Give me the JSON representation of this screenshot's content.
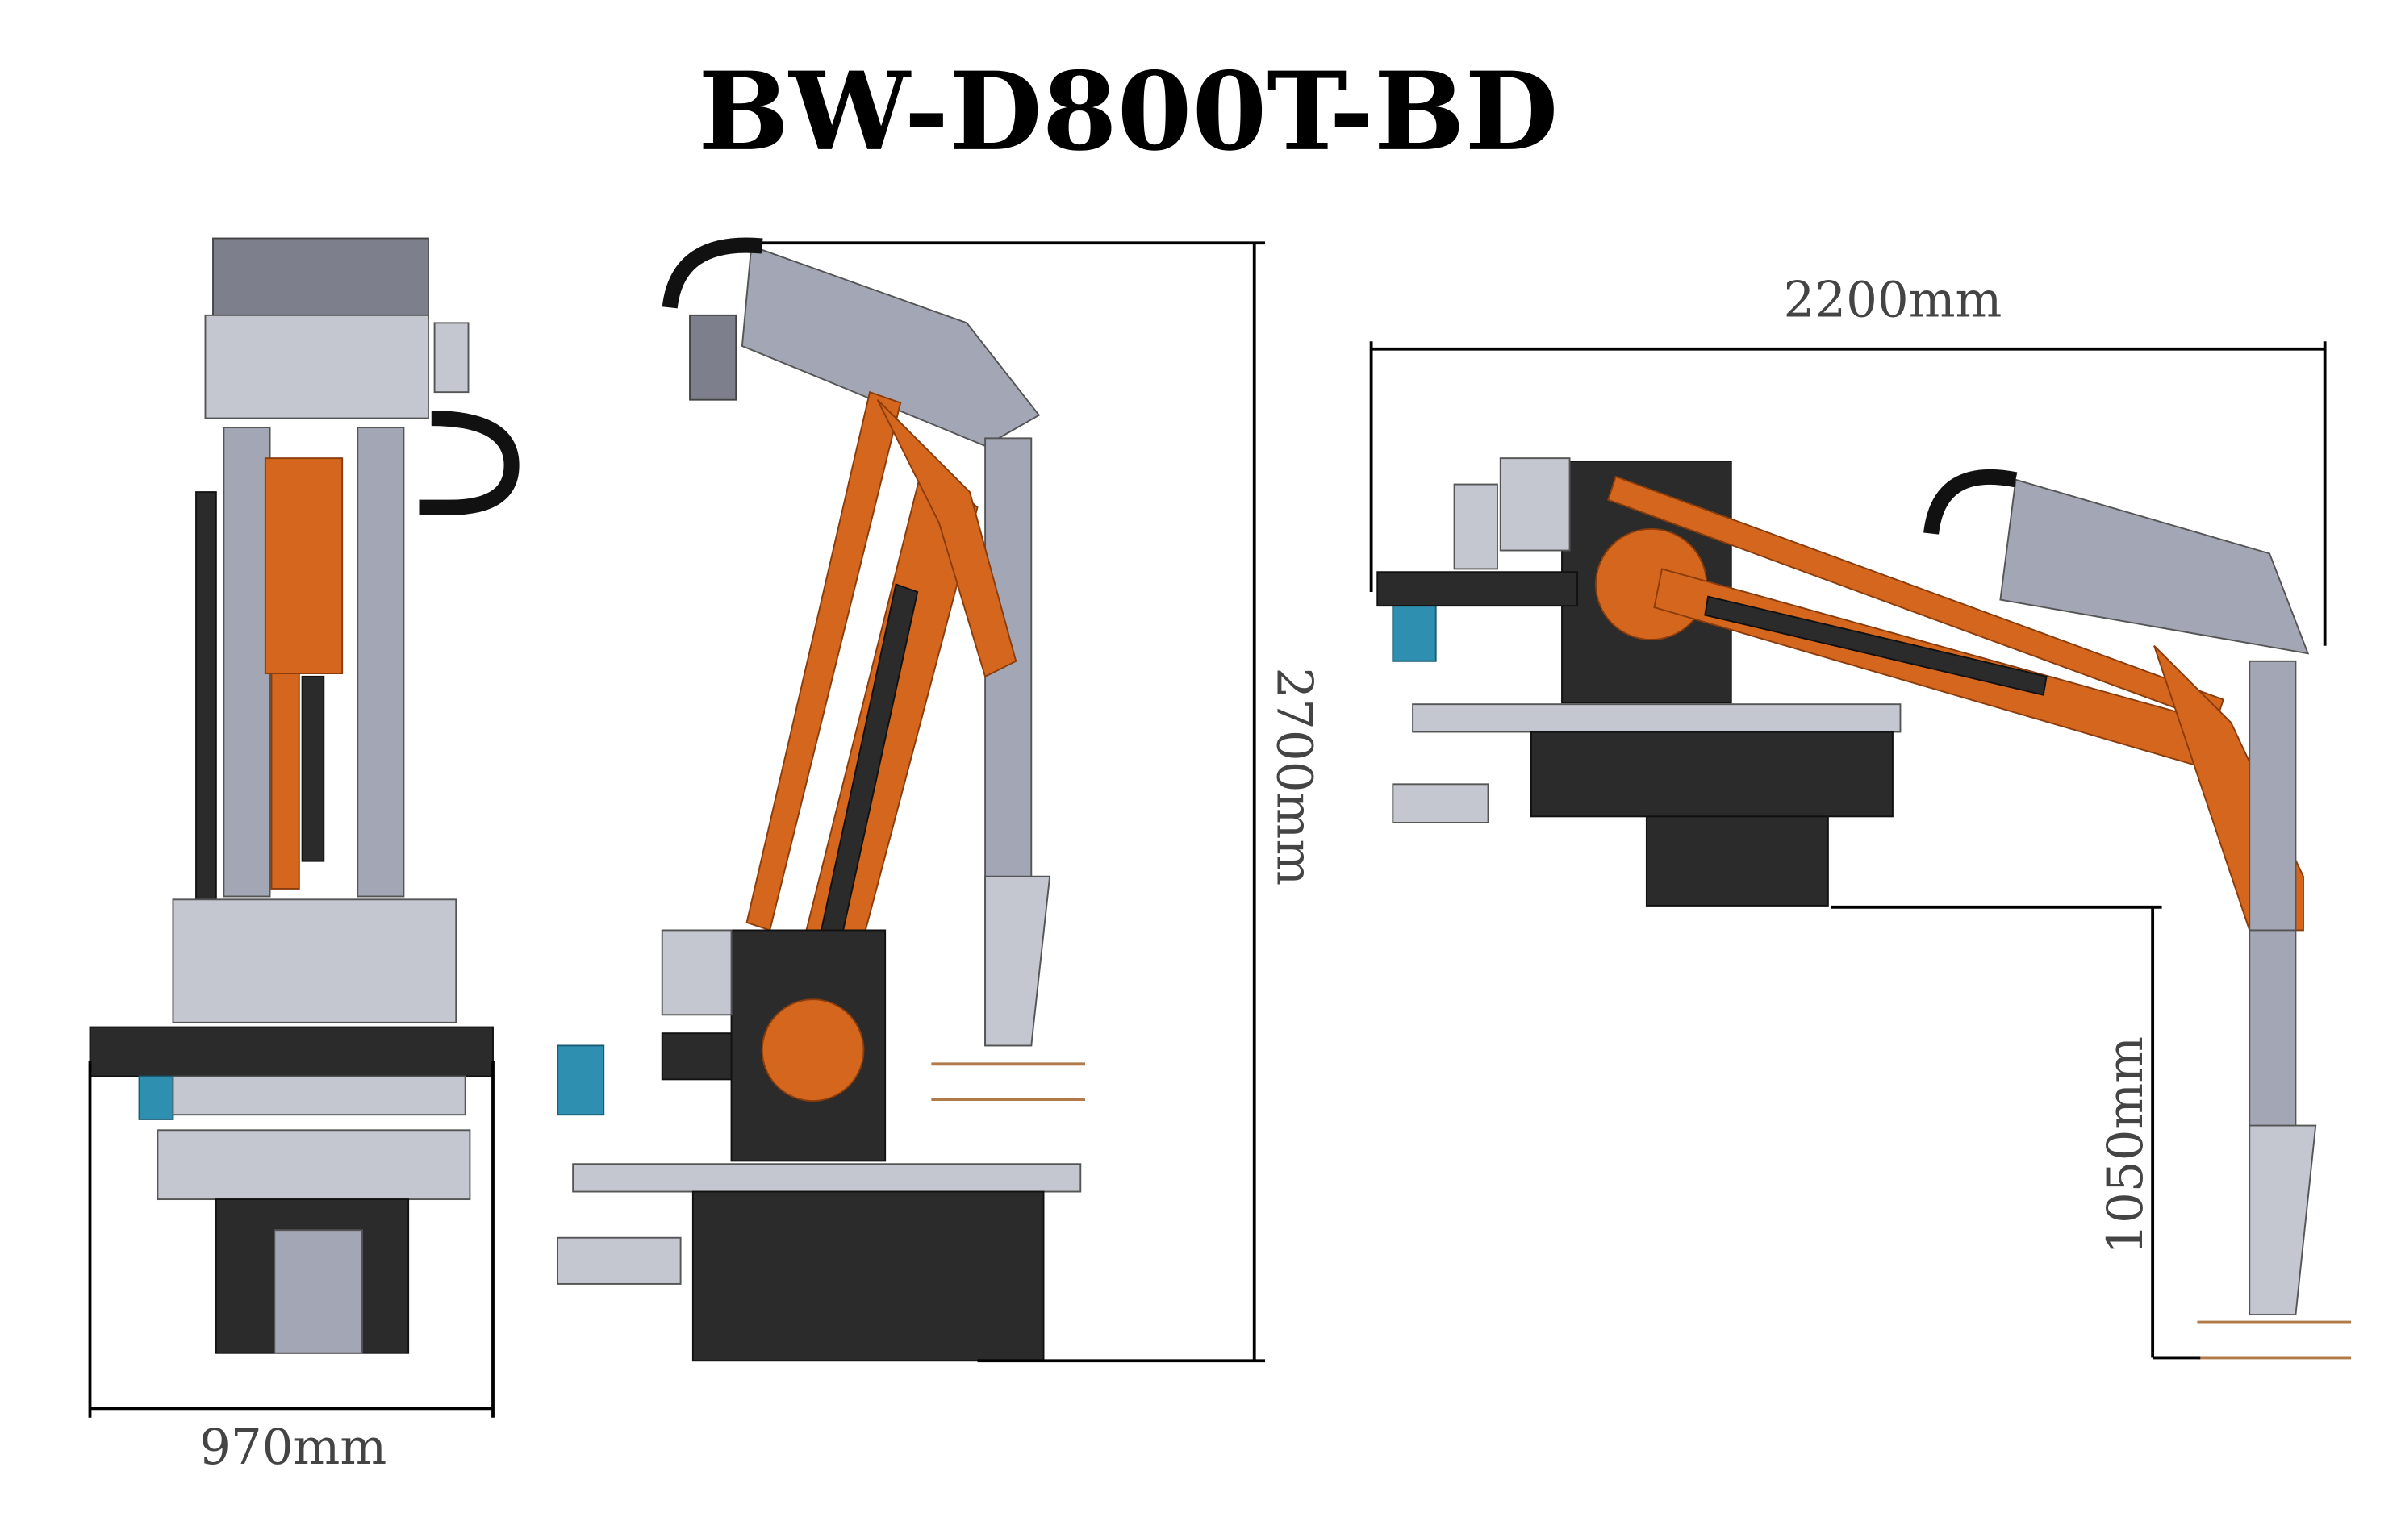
{
  "title": "BW-D800T-BD",
  "dimensions": {
    "width_front": "970mm",
    "height_side": "2700mm",
    "reach_top": "2200mm",
    "height_bottom": "1050mm"
  },
  "colors": {
    "arm": "#d4661e",
    "frame": "#a3a6b4",
    "base": "#2b2b2b",
    "filter": "#2f8fb0"
  }
}
